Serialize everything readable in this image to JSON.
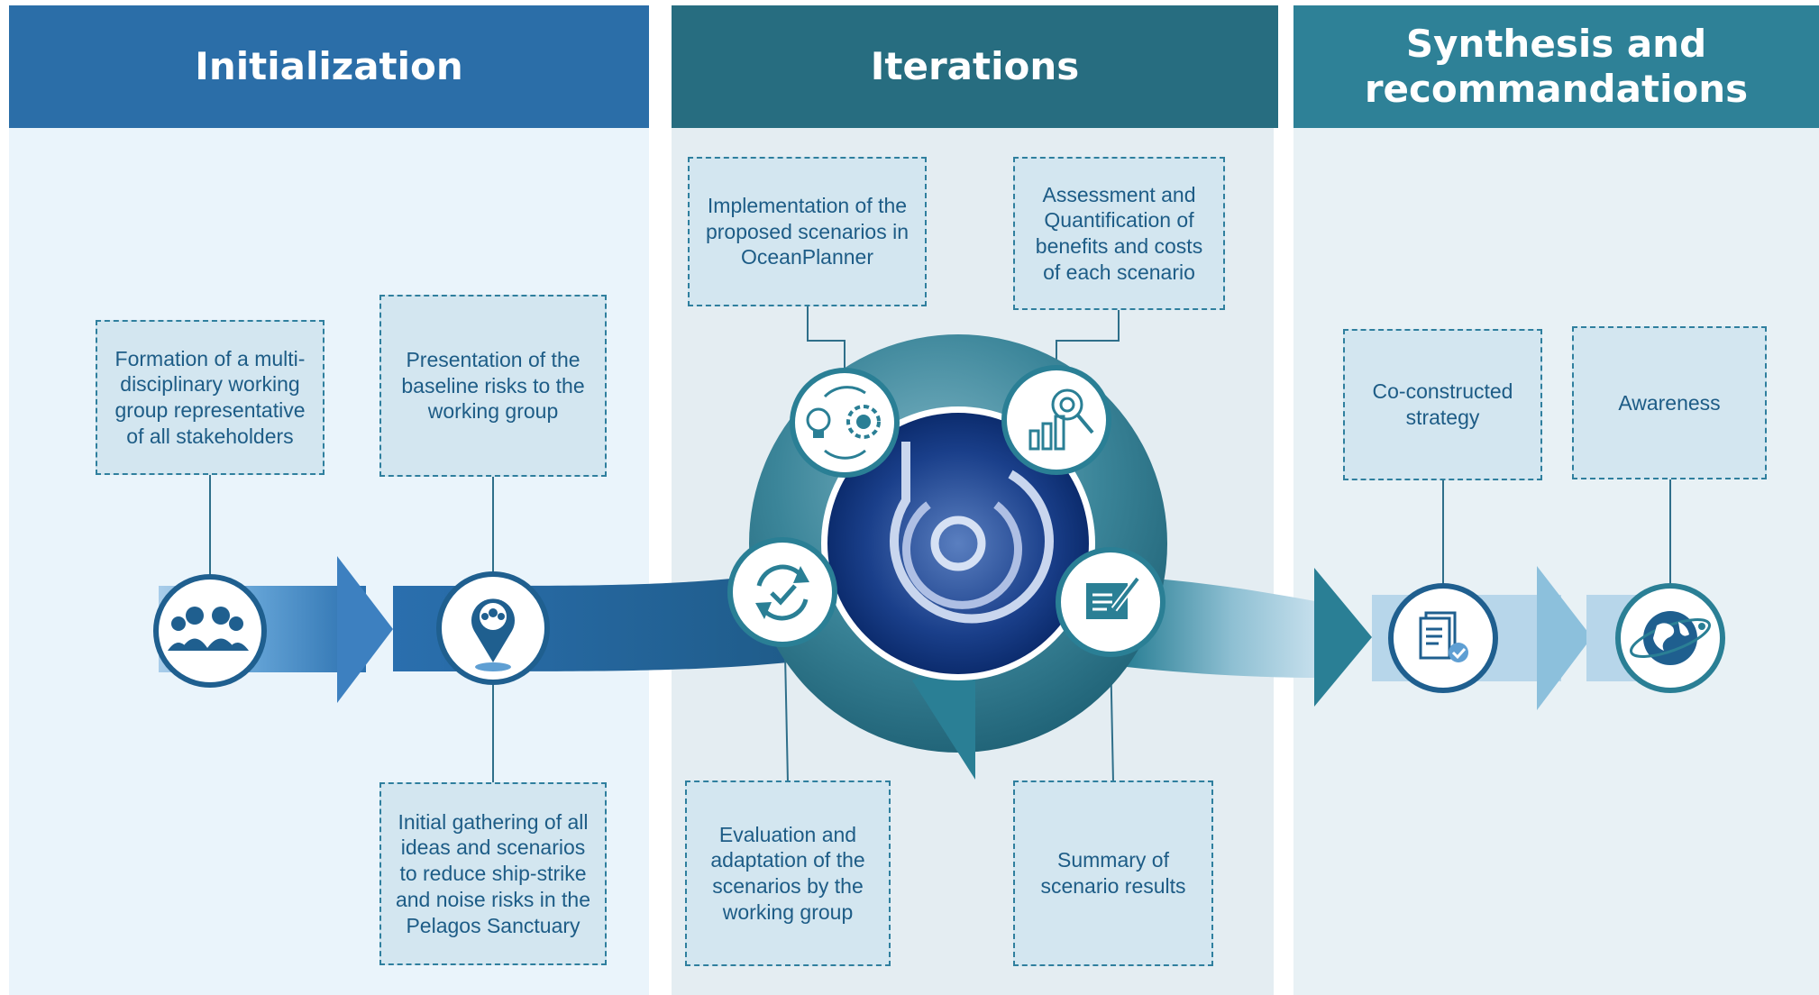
{
  "headers": {
    "initialization": "Initialization",
    "iterations": "Iterations",
    "synthesis": "Synthesis and recommandations"
  },
  "boxes": {
    "formation": "Formation of a multi-disciplinary working group representative of all stakeholders",
    "presentation": "Presentation of the baseline risks to the working group",
    "gathering": "Initial gathering of all ideas and scenarios to reduce ship-strike and noise risks in the Pelagos Sanctuary",
    "implementation": "Implementation of the proposed scenarios in OceanPlanner",
    "assessment": "Assessment and Quantification of benefits and costs of each scenario",
    "evaluation": "Evaluation and adaptation of the scenarios by the working group",
    "summary": "Summary of scenario results",
    "strategy": "Co-constructed strategy",
    "awareness": "Awareness"
  },
  "icons": [
    "group-icon",
    "location-people-icon",
    "idea-gear-icon",
    "chart-gear-icon",
    "refresh-check-icon",
    "edit-document-icon",
    "document-check-icon",
    "globe-icon",
    "oceanplanner-logo"
  ],
  "colors": {
    "init_header": "#2b6ea8",
    "iter_header": "#276d80",
    "synth_header": "#2e8197",
    "init_bg": "#eaf4fb",
    "iter_bg": "#e4edf2",
    "synth_bg": "#e8f1f5",
    "box_fill": "#d3e6f0",
    "box_border": "#2f7f9e",
    "text": "#1d5c86"
  }
}
